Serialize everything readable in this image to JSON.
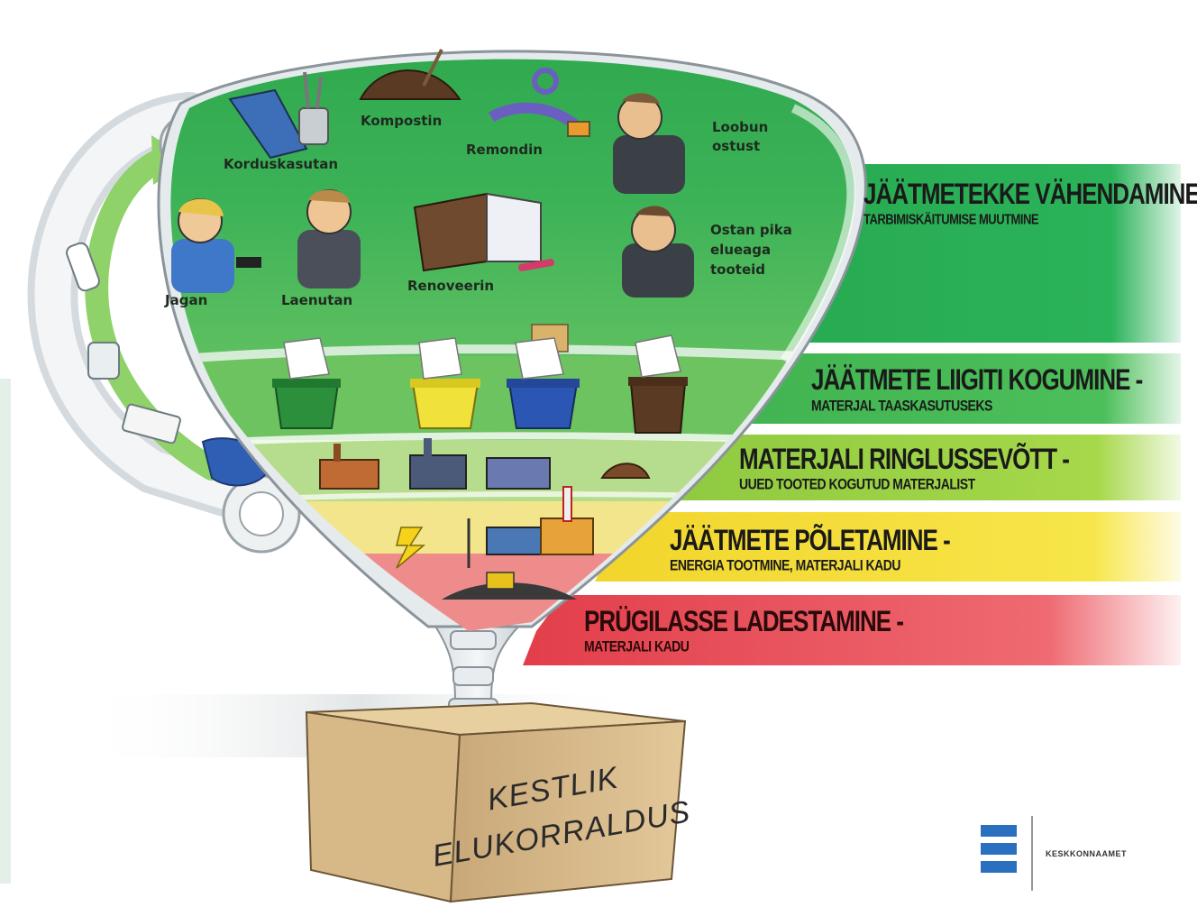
{
  "bands": [
    {
      "title": "JÄÄTMETEKKE VÄHENDAMINE -",
      "subtitle": "TARBIMISKÄITUMISE MUUTMINE",
      "color": "#2bb35a"
    },
    {
      "title": "JÄÄTMETE LIIGITI KOGUMINE -",
      "subtitle": "MATERJAL TAASKASUTUSEKS",
      "color": "#4cbf5a"
    },
    {
      "title": "MATERJALI RINGLUSSEVÕTT -",
      "subtitle": "UUED TOOTED KOGUTUD MATERJALIST",
      "color": "#9bd347"
    },
    {
      "title": "JÄÄTMETE PÕLETAMINE -",
      "subtitle": "ENERGIA TOOTMINE, MATERJALI KADU",
      "color": "#f4e13a"
    },
    {
      "title": "PRÜGILASSE LADESTAMINE -",
      "subtitle": "MATERJALI KADU",
      "color": "#e8505b"
    }
  ],
  "actions": {
    "korduskasutan": "Korduskasutan",
    "kompostin": "Kompostin",
    "remondin": "Remondin",
    "loobun": [
      "Loobun",
      "ostust"
    ],
    "jagan": "Jagan",
    "laenutan": "Laenutan",
    "renoveerin": "Renoveerin",
    "ostan": [
      "Ostan pika",
      "elueaga",
      "tooteid"
    ]
  },
  "pedestal": [
    "KESTLIK",
    "ELUKORRALDUS"
  ],
  "logo": {
    "name": "KESKKONNAAMET"
  }
}
